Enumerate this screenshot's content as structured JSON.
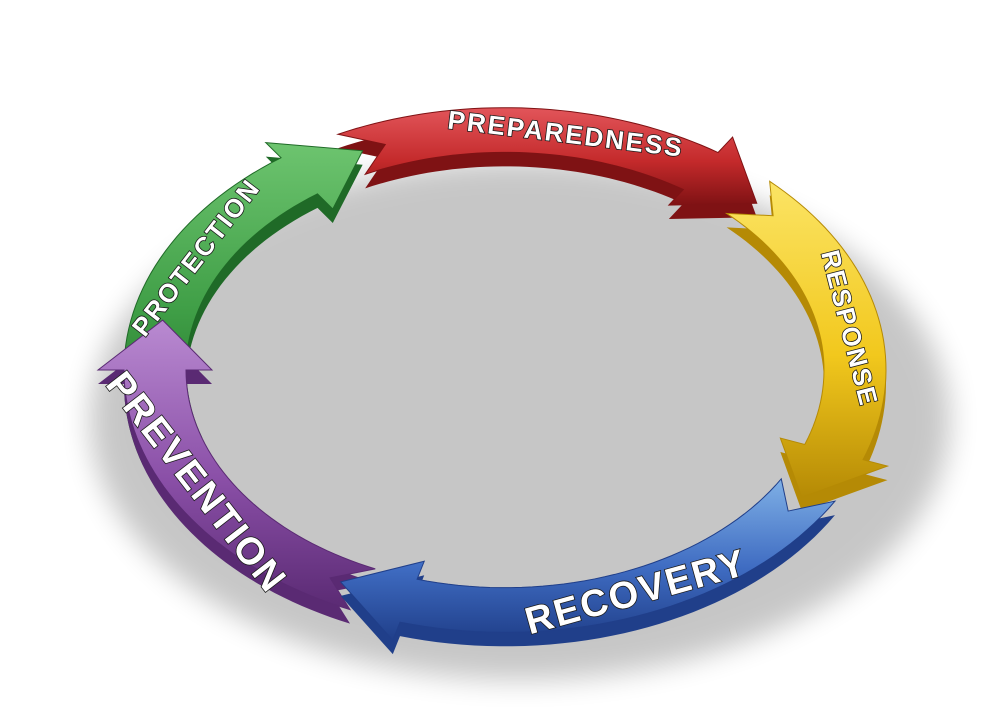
{
  "diagram": {
    "type": "cycle",
    "segments": [
      {
        "id": "protection",
        "label": "PROTECTION",
        "color": "#3f9e46",
        "dark": "#1f6a27",
        "light": "#6dc46f"
      },
      {
        "id": "preparedness",
        "label": "PREPAREDNESS",
        "color": "#c42a2b",
        "dark": "#7f1214",
        "light": "#e2555a"
      },
      {
        "id": "response",
        "label": "RESPONSE",
        "color": "#f2c81d",
        "dark": "#b58a05",
        "light": "#fbe465"
      },
      {
        "id": "recovery",
        "label": "RECOVERY",
        "color": "#3f6cc2",
        "dark": "#203f8a",
        "light": "#7fb0e6"
      },
      {
        "id": "prevention",
        "label": "PREVENTION",
        "color": "#8a4fa7",
        "dark": "#5a2a73",
        "light": "#b98ad1"
      }
    ]
  }
}
